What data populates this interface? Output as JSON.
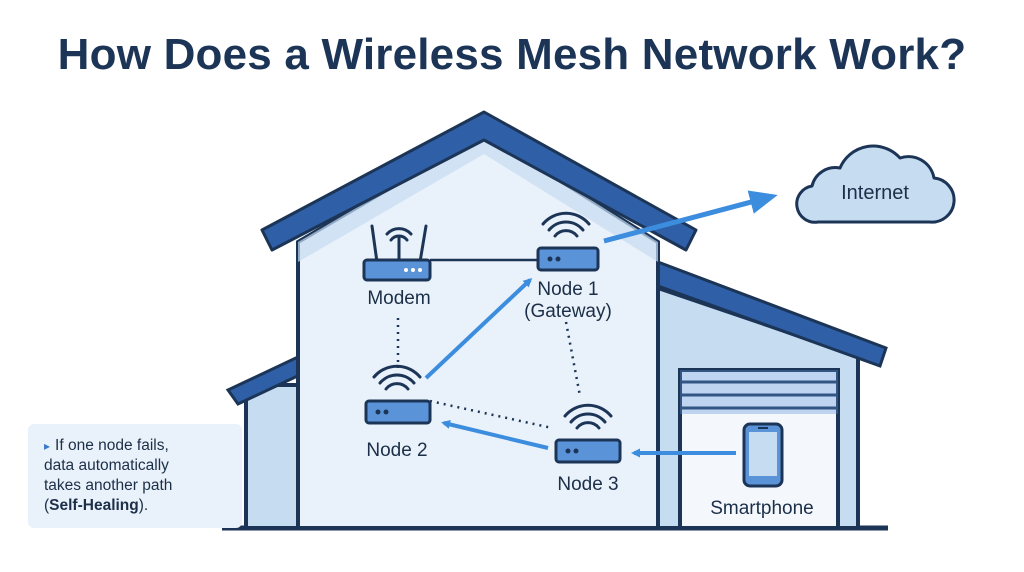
{
  "title": "How Does a Wireless Mesh Network Work?",
  "colors": {
    "dark_navy": "#1c3557",
    "roof_blue": "#2f5fa6",
    "wall_light": "#e9f1fa",
    "annex_blue": "#c6dcf1",
    "arrow_blue": "#3d8ddf",
    "device_fill": "#5b93d8"
  },
  "devices": {
    "modem": "Modem",
    "node1_line1": "Node 1",
    "node1_line2": "(Gateway)",
    "node2": "Node 2",
    "node3": "Node 3",
    "smartphone": "Smartphone"
  },
  "cloud": "Internet",
  "note": {
    "line1": "If one node fails,",
    "line2": "data automatically",
    "line3": "takes another path",
    "line4_open": "(",
    "line4_bold": "Self-Healing",
    "line4_close": ")."
  },
  "icons": {
    "bullet": "▸",
    "router": "router-icon",
    "wifi": "wifi-icon",
    "phone": "smartphone-icon",
    "cloud": "cloud-icon"
  }
}
